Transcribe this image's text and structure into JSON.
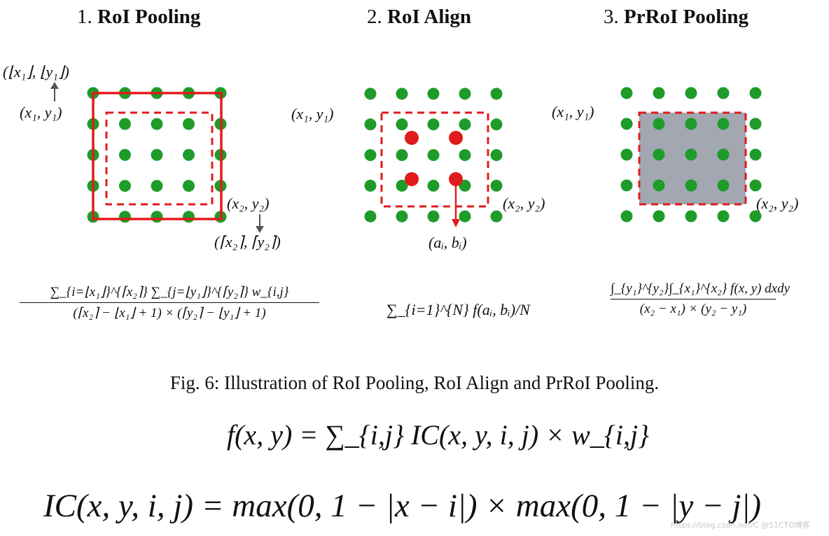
{
  "titles": [
    {
      "num": "1.",
      "bold": "RoI Pooling"
    },
    {
      "num": "2.",
      "bold": "RoI Align"
    },
    {
      "num": "3.",
      "bold": "PrRoI Pooling"
    }
  ],
  "labels": {
    "p1_floor": "(⌊x₁⌋, ⌊y₁⌋)",
    "p1_xy1": "(x₁, y₁)",
    "p1_xy2": "(x₂, y₂)",
    "p1_ceil": "(⌈x₂⌉, ⌈y₂⌉)",
    "p2_xy1": "(x₁, y₁)",
    "p2_xy2": "(x₂, y₂)",
    "p2_ab": "(aᵢ, bᵢ)",
    "p3_xy1": "(x₁, y₁)",
    "p3_xy2": "(x₂, y₂)"
  },
  "formulas": {
    "f1_num": "∑_{i=⌊x₁⌋}^{⌈x₂⌉} ∑_{j=⌊y₁⌋}^{⌈y₂⌉} w_{i,j}",
    "f1_den": "(⌈x₂⌉ − ⌊x₁⌋ + 1) × (⌈y₂⌉ − ⌊y₁⌋ + 1)",
    "f2": "∑_{i=1}^{N} f(aᵢ, bᵢ)/N",
    "f3_num": "∫_{y₁}^{y₂}∫_{x₁}^{x₂} f(x, y) dxdy",
    "f3_den": "(x₂ − x₁) × (y₂ − y₁)"
  },
  "caption": "Fig. 6: Illustration of RoI Pooling, RoI Align and PrRoI Pooling.",
  "eq1": "f(x, y) = ∑_{i,j} IC(x, y, i, j) × w_{i,j}",
  "eq2": "IC(x, y, i, j) = max(0, 1 − |x − i|) × max(0, 1 − |y − j|)",
  "watermark": "https://blog.csdn.net/C @51CTO博客",
  "colors": {
    "dot": "#1f9b2a",
    "roi": "#e01b1b",
    "shade": "#9a9fab"
  },
  "grid": {
    "cols": 5,
    "rows": 5
  },
  "align_samples": 4
}
